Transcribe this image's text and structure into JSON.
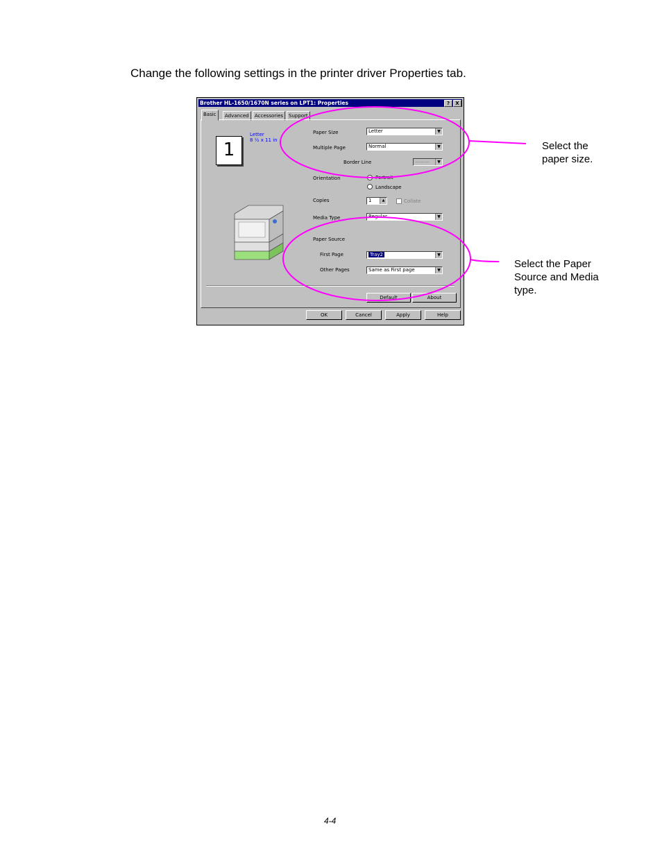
{
  "instruction": "Change the following settings in the printer driver Properties tab.",
  "callouts": {
    "paper_size": [
      "Select the",
      "paper size."
    ],
    "paper_source": [
      "Select the Paper",
      "Source and Media",
      "type."
    ]
  },
  "page_number": "4-4",
  "colors": {
    "highlight": "#ff00ff",
    "title_bar": "#000080",
    "dialog_bg": "#c0c0c0"
  },
  "dialog": {
    "title": "Brother HL-1650/1670N series on LPT1: Properties",
    "title_buttons": [
      "?",
      "X"
    ],
    "tabs": [
      "Basic",
      "Advanced",
      "Accessories",
      "Support"
    ],
    "preview": {
      "number": "1",
      "paper": "Letter",
      "dimensions": "8 ½ x 11 in"
    },
    "paper_size": {
      "label": "Paper Size",
      "value": "Letter"
    },
    "multiple_page": {
      "label": "Multiple Page",
      "value": "Normal"
    },
    "border_line": {
      "label": "Border Line",
      "value": "———"
    },
    "orientation": {
      "label": "Orientation",
      "options": [
        "Portrait",
        "Landscape"
      ]
    },
    "copies": {
      "label": "Copies",
      "value": "1",
      "collate": "Collate"
    },
    "media_type": {
      "label": "Media Type",
      "value": "Regular"
    },
    "paper_source": {
      "label": "Paper Source",
      "first_page": {
        "label": "First Page",
        "value": "Tray2"
      },
      "other_pages": {
        "label": "Other Pages",
        "value": "Same as First page"
      }
    },
    "panel_buttons": {
      "default": "Default",
      "about": "About"
    },
    "footer_buttons": {
      "ok": "OK",
      "cancel": "Cancel",
      "apply": "Apply",
      "help": "Help"
    }
  }
}
